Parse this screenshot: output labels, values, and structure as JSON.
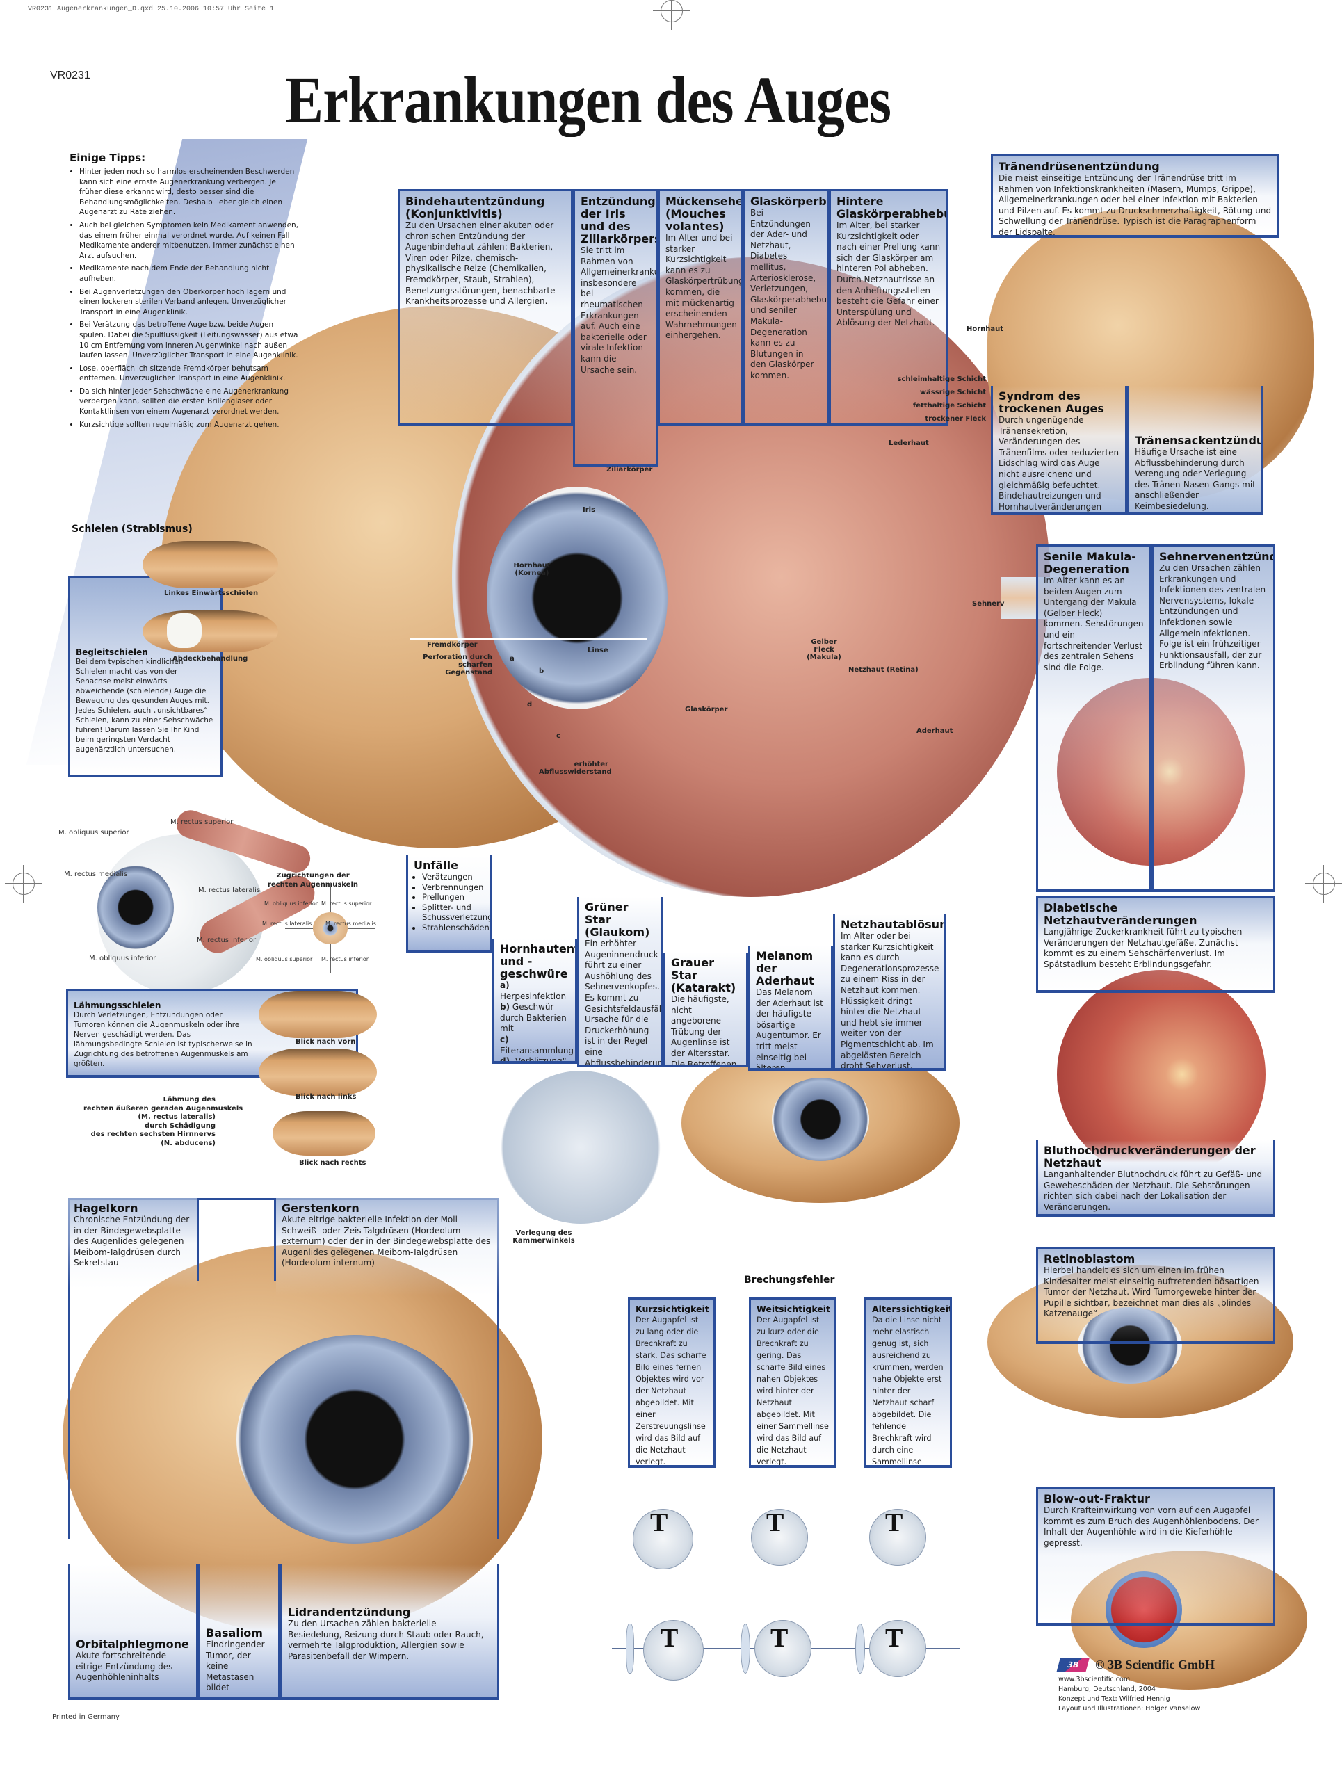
{
  "header": {
    "print_line": "VR0231 Augenerkrankungen_D.qxd  25.10.2006  10:57 Uhr  Seite 1",
    "product_code": "VR0231",
    "title": "Erkrankungen des Auges"
  },
  "tips": {
    "heading": "Einige Tipps:",
    "items": [
      "Hinter jeden noch so harmlos erscheinenden Beschwerden kann sich eine ernste Augenerkrankung verbergen. Je früher diese erkannt wird, desto besser sind die Behandlungsmöglichkeiten. Deshalb lieber gleich einen Augenarzt zu Rate ziehen.",
      "Auch bei gleichen Symptomen kein Medikament anwenden, das einem früher einmal verordnet wurde. Auf keinen Fall Medikamente anderer mitbenutzen. Immer zunächst einen Arzt aufsuchen.",
      "Medikamente nach dem Ende der Behandlung nicht aufheben.",
      "Bei Augenverletzungen den Oberkörper hoch lagern und einen lockeren sterilen Verband anlegen. Unverzüglicher Transport in eine Augenklinik.",
      "Bei Verätzung das betroffene Auge bzw. beide Augen spülen. Dabei die Spülflüssigkeit (Leitungswasser) aus etwa 10 cm Entfernung vom inneren Augenwinkel nach außen laufen lassen. Unverzüglicher Transport in eine Augenklinik.",
      "Lose, oberflächlich sitzende Fremdkörper behutsam entfernen. Unverzüglicher Transport in eine Augenklinik.",
      "Da sich hinter jeder Sehschwäche eine Augenerkrankung verbergen kann, sollten die ersten Brillengläser oder Kontaktlinsen von einem Augenarzt verordnet werden.",
      "Kurzsichtige sollten regelmäßig zum Augenarzt gehen."
    ]
  },
  "top_boxes": [
    {
      "title": "Bindehautentzündung (Konjunktivitis)",
      "text": "Zu den Ursachen einer akuten oder chronischen Entzündung der Augenbindehaut zählen: Bakterien, Viren oder Pilze, chemisch-physikalische Reize (Chemikalien, Fremdkörper, Staub, Strahlen), Benetzungsstörungen, benachbarte Krankheitsprozesse und Allergien."
    },
    {
      "title": "Entzündung der Iris und des Ziliarkörpers",
      "text": "Sie tritt im Rahmen von Allgemeinerkrankungen, insbesondere bei rheumatischen Erkrankungen auf. Auch eine bakterielle oder virale Infektion kann die Ursache sein."
    },
    {
      "title": "Mückensehen (Mouches volantes)",
      "text": "Im Alter und bei starker Kurzsichtigkeit kann es zu Glaskörpertrübungen kommen, die mit mückenartig erscheinenden Wahrnehmungen einhergehen."
    },
    {
      "title": "Glaskörperblutung",
      "text": "Bei Entzündungen der Ader- und Netzhaut, Diabetes mellitus, Arteriosklerose, Verletzungen, Glaskörperabhebung und seniler Makula-Degeneration kann es zu Blutungen in den Glaskörper kommen."
    },
    {
      "title": "Hintere Glaskörperabhebung",
      "text": "Im Alter, bei starker Kurzsichtigkeit oder nach einer Prellung kann sich der Glaskörper am hinteren Pol abheben. Durch Netzhautrisse an den Anheftungsstellen besteht die Gefahr einer Unterspülung und Ablösung der Netzhaut."
    }
  ],
  "right_boxes": {
    "traenendruese": {
      "title": "Tränendrüsenentzündung",
      "text": "Die meist einseitige Entzündung der Tränendrüse tritt im Rahmen von Infektionskrankheiten (Masern, Mumps, Grippe), Allgemeinerkrankungen oder bei einer Infektion mit Bakterien und Pilzen auf. Es kommt zu Druckschmerzhaftigkeit, Rötung und Schwellung der Tränendrüse. Typisch ist die Paragraphenform der Lidspalte."
    },
    "trockenes_auge": {
      "title": "Syndrom des trockenen Auges",
      "text": "Durch ungenügende Tränensekretion, Veränderungen des Tränenfilms oder reduzierten Lidschlag wird das Auge nicht ausreichend und gleichmäßig befeuchtet. Bindehautreizungen und Hornhautveränderungen können die Folge sein."
    },
    "traenensack": {
      "title": "Tränensackentzündung",
      "text": "Häufige Ursache ist eine Abflussbehinderung durch Verengung oder Verlegung des Tränen-Nasen-Gangs mit anschließender Keimbesiedelung."
    },
    "makula": {
      "title": "Senile Makula-Degeneration",
      "text": "Im Alter kann es an beiden Augen zum Untergang der Makula (Gelber Fleck) kommen. Sehstörungen und ein fortschreitender Verlust des zentralen Sehens sind die Folge."
    },
    "sehnerv": {
      "title": "Sehnervenentzündung",
      "text": "Zu den Ursachen zählen Erkrankungen und Infektionen des zentralen Nervensystems, lokale Entzündungen und Infektionen sowie Allgemeininfektionen. Folge ist ein frühzeitiger Funktionsausfall, der zur Erblindung führen kann."
    },
    "diabetisch": {
      "title": "Diabetische Netzhautveränderungen",
      "text": "Langjährige Zuckerkrankheit führt zu typischen Veränderungen der Netzhautgefäße. Zunächst kommt es zu einem Sehschärfenverlust. Im Spätstadium besteht Erblindungsgefahr."
    },
    "bluthochdruck": {
      "title": "Bluthochdruckveränderungen der Netzhaut",
      "text": "Langanhaltender Bluthochdruck führt zu Gefäß- und Gewebeschäden der Netzhaut. Die Sehstörungen richten sich dabei nach der Lokalisation der Veränderungen."
    },
    "retinoblastom": {
      "title": "Retinoblastom",
      "text": "Hierbei handelt es sich um einen im frühen Kindesalter meist einseitig auftretenden bösartigen Tumor der Netzhaut. Wird Tumorgewebe hinter der Pupille sichtbar, bezeichnet man dies als „blindes Katzenauge“."
    },
    "blowout": {
      "title": "Blow-out-Fraktur",
      "text": "Durch Krafteinwirkung von vorn auf den Augapfel kommt es zum Bruch des Augenhöhlenbodens. Der Inhalt der Augenhöhle wird in die Kieferhöhle gepresst."
    }
  },
  "tear_film_labels": [
    "schleimhaltige Schicht",
    "wässrige Schicht",
    "fetthaltige Schicht",
    "trockener Fleck"
  ],
  "anatomy_labels": {
    "hornhaut_top": "Hornhaut",
    "lederhaut": "Lederhaut",
    "ziliarkoerper": "Ziliarkörper",
    "iris": "Iris",
    "hornhaut": "Hornhaut (Kornea)",
    "sehnerv": "Sehnerv",
    "fremdkoerper": "Fremdkörper",
    "perforation": "Perforation durch scharfen Gegenstand",
    "linse": "Linse",
    "gelber_fleck": "Gelber Fleck (Makula)",
    "netzhaut": "Netzhaut (Retina)",
    "glaskoerper": "Glaskörper",
    "aderhaut": "Aderhaut",
    "abfluss": "erhöhter Abflusswiderstand",
    "a": "a",
    "b": "b",
    "c": "c",
    "d": "d"
  },
  "strabismus": {
    "heading": "Schielen (Strabismus)",
    "caption1": "Linkes Einwärtsschielen",
    "caption2": "Abdeckbehandlung",
    "box_title": "Begleitschielen",
    "box_text": "Bei dem typischen kindlichen Schielen macht das von der Sehachse meist einwärts abweichende (schielende) Auge die Bewegung des gesunden Auges mit. Jedes Schielen, auch „unsichtbares“ Schielen, kann zu einer Sehschwäche führen! Darum lassen Sie Ihr Kind beim geringsten Verdacht augenärztlich untersuchen."
  },
  "muscles": {
    "labels": [
      "M. obliquus superior",
      "M. rectus superior",
      "M. rectus medialis",
      "M. rectus lateralis",
      "M. rectus inferior",
      "M. obliquus inferior"
    ],
    "pull_title": "Zugrichtungen der rechten Augenmuskeln",
    "pull_labels": [
      "M. obliquus inferior",
      "M. rectus superior",
      "M. rectus lateralis",
      "M. rectus medialis",
      "M. obliquus superior",
      "M. rectus inferior"
    ]
  },
  "paralytic": {
    "title": "Lähmungsschielen",
    "text": "Durch Verletzungen, Entzündungen oder Tumoren können die Augenmuskeln oder ihre Nerven geschädigt werden. Das lähmungsbedingte Schielen ist typischerweise in Zugrichtung des betroffenen Augenmuskels am größten.",
    "captions": [
      "Blick nach vorn",
      "Blick nach links",
      "Blick nach rechts"
    ],
    "side_note": [
      "Lähmung des",
      "rechten äußeren geraden Augenmuskels",
      "(M. rectus lateralis)",
      "durch Schädigung",
      "des rechten sechsten Hirnnervs",
      "(N. abducens)"
    ]
  },
  "accidents": {
    "title": "Unfälle",
    "items": [
      "Verätzungen",
      "Verbrennungen",
      "Prellungen",
      "Splitter- und Schussverletzungen",
      "Strahlenschäden"
    ]
  },
  "middle_boxes": {
    "hornhaut": {
      "title": "Hornhautentzündung und -geschwüre",
      "items": [
        {
          "k": "a)",
          "v": "Herpesinfektion"
        },
        {
          "k": "b)",
          "v": "Geschwür durch Bakterien mit"
        },
        {
          "k": "c)",
          "v": "Eiteransammlung"
        },
        {
          "k": "d)",
          "v": "„Verblitzung“"
        }
      ]
    },
    "glaukom": {
      "title": "Grüner Star (Glaukom)",
      "text": "Ein erhöhter Augeninnendruck führt zu einer Aushöhlung des Sehnervenkopfes. Es kommt zu Gesichtsfeldausfällen. Ursache für die Druckerhöhung ist in der Regel eine Abflussbehinderung des Kammerwassers."
    },
    "katarakt": {
      "title": "Grauer Star (Katarakt)",
      "text": "Die häufigste, nicht angeborene Trübung der Augenlinse ist der Altersstar. Die Betroffenen sehen zunehmend unscharf."
    },
    "melanom": {
      "title": "Melanom der Aderhaut",
      "text": "Das Melanom der Aderhaut ist der häufigste bösartige Augentumor. Er tritt meist einseitig bei älteren Erwachsenen auf."
    },
    "netzhautabloesung": {
      "title": "Netzhautablösung",
      "text": "Im Alter oder bei starker Kurzsichtigkeit kann es durch Degenerationsprozesse zu einem Riss in der Netzhaut kommen. Flüssigkeit dringt hinter die Netzhaut und hebt sie immer weiter von der Pigmentschicht ab. Im abgelösten Bereich droht Sehverlust."
    }
  },
  "glaucoma_caption": "Verlegung des Kammerwinkels",
  "lid_boxes": {
    "hagelkorn": {
      "title": "Hagelkorn",
      "text": "Chronische Entzündung der in der Bindegewebsplatte des Augenlides gelegenen Meibom-Talgdrüsen durch Sekretstau"
    },
    "gerstenkorn": {
      "title": "Gerstenkorn",
      "text": "Akute eitrige bakterielle Infektion der Moll-Schweiß- oder Zeis-Talgdrüsen (Hordeolum externum) oder der in der Bindegewebsplatte des Augenlides gelegenen Meibom-Talgdrüsen (Hordeolum internum)"
    },
    "orbital": {
      "title": "Orbitalphlegmone",
      "text": "Akute fortschreitende eitrige Entzündung des Augenhöhleninhalts"
    },
    "basaliom": {
      "title": "Basaliom",
      "text": "Eindringender Tumor, der keine Metastasen bildet"
    },
    "lidrand": {
      "title": "Lidrandentzündung",
      "text": "Zu den Ursachen zählen bakterielle Besiedelung, Reizung durch Staub oder Rauch, vermehrte Talgproduktion, Allergien sowie Parasitenbefall der Wimpern."
    }
  },
  "refraction": {
    "heading": "Brechungsfehler",
    "boxes": [
      {
        "title": "Kurzsichtigkeit",
        "text": "Der Augapfel ist zu lang oder die Brechkraft zu stark. Das scharfe Bild eines fernen Objektes wird vor der Netzhaut abgebildet. Mit einer Zerstreuungslinse wird das Bild auf die Netzhaut verlegt."
      },
      {
        "title": "Weitsichtigkeit",
        "text": "Der Augapfel ist zu kurz oder die Brechkraft zu gering. Das scharfe Bild eines nahen Objektes wird hinter der Netzhaut abgebildet. Mit einer Sammellinse wird das Bild auf die Netzhaut verlegt."
      },
      {
        "title": "Alterssichtigkeit",
        "text": "Da die Linse nicht mehr elastisch genug ist, sich ausreichend zu krümmen, werden nahe Objekte erst hinter der Netzhaut scharf abgebildet. Die fehlende Brechkraft wird durch eine Sammellinse ausgeglichen."
      }
    ],
    "diagram_letter": "T"
  },
  "footer": {
    "printed": "Printed in Germany",
    "brand": "© 3B Scientific GmbH",
    "logo": "3B",
    "lines": [
      "www.3bscientific.com",
      "Hamburg, Deutschland, 2004",
      "Konzept und Text: Wilfried Hennig",
      "Layout und Illustrationen: Holger Vanselow"
    ]
  },
  "colors": {
    "box_border": "#2a4d9a",
    "box_top": "#9eb2d6",
    "text": "#1a1a1a"
  }
}
